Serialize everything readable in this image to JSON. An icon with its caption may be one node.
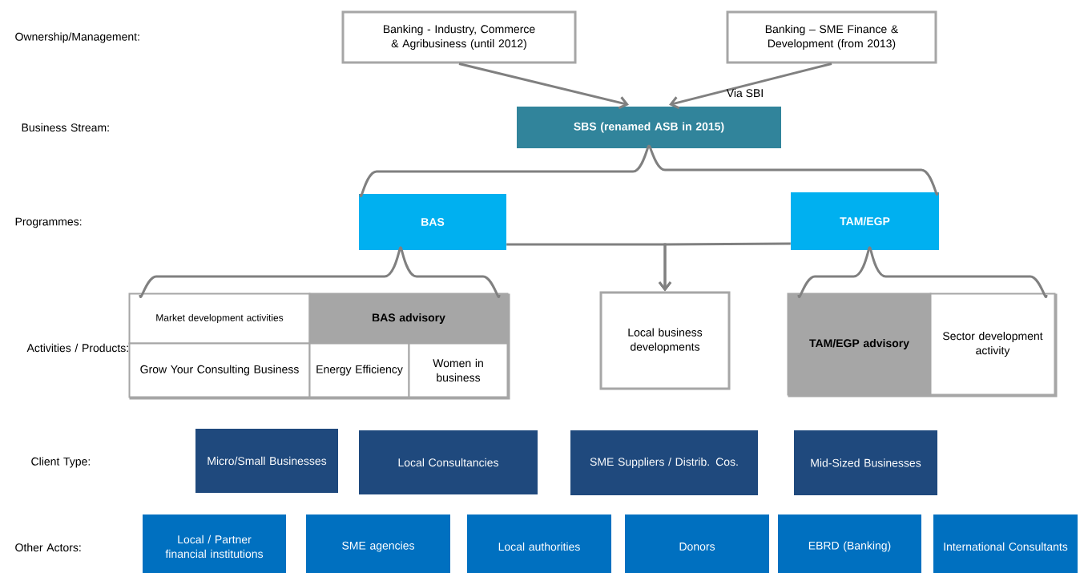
{
  "diagram": {
    "nodes": [
      {
        "text": [
          "Banking - Industry, Commerce & Agribusiness (until 2012)"
        ]
      },
      {
        "text": [
          "Banking – SME Finance & Development (from 2013)"
        ]
      },
      {
        "text": [
          "SBS (renamed ASB in 2015)"
        ]
      },
      {
        "text": [
          "BAS"
        ]
      },
      {
        "text": [
          "TAM/EGP"
        ]
      },
      {
        "text": [],
        "shape": "box"
      },
      {
        "text": [
          "Market development activities"
        ],
        "in": 5
      },
      {
        "text": [
          "BAS advisory"
        ],
        "in": 5
      },
      {
        "text": [
          "Grow Your Consulting Business"
        ],
        "in": 5
      },
      {
        "text": [
          "Energy Efficiency"
        ],
        "in": 5
      },
      {
        "text": [
          "Women in business"
        ],
        "in": 5
      },
      {
        "text": [
          "Local business developments"
        ]
      },
      {
        "text": [],
        "shape": "box"
      },
      {
        "text": [
          "TAM/EGP advisory"
        ],
        "in": 12
      },
      {
        "text": [
          "Sector development activity"
        ],
        "in": 12
      },
      {
        "text": [
          "Micro/Small Businesses"
        ]
      },
      {
        "text": [
          "Local Consultancies"
        ]
      },
      {
        "text": [
          "SME Suppliers / Distrib. Cos."
        ]
      },
      {
        "text": [
          "Mid-Sized Businesses"
        ]
      },
      {
        "text": [
          "Local / Partner financial institutions"
        ]
      },
      {
        "text": [
          "SME agencies"
        ]
      },
      {
        "text": [
          "Local authorities"
        ]
      },
      {
        "text": [
          "Donors"
        ]
      },
      {
        "text": [
          "EBRD (Banking)"
        ]
      },
      {
        "text": [
          "International Consultants"
        ]
      }
    ],
    "edges": [
      {
        "from": 0,
        "to": 2,
        "arrow": "to"
      },
      {
        "from": 1,
        "to": 2,
        "arrow": "to",
        "label": "Via SBI"
      },
      {
        "from": 2,
        "to": 3,
        "arrow": "none"
      },
      {
        "from": 2,
        "to": 4,
        "arrow": "none"
      },
      {
        "from": 3,
        "to": 6,
        "arrow": "none"
      },
      {
        "from": 3,
        "to": 7,
        "arrow": "none"
      },
      {
        "from": 4,
        "to": 13,
        "arrow": "none"
      },
      {
        "from": 4,
        "to": 14,
        "arrow": "none"
      },
      {
        "from": 3,
        "to": 11,
        "arrow": "to"
      },
      {
        "from": 4,
        "to": 11,
        "arrow": "to"
      }
    ],
    "labels": [
      "Ownership/Management:",
      "Business Stream:",
      "Programmes:",
      "Activities / Products:",
      "Client Type:",
      "Other Actors:"
    ]
  }
}
